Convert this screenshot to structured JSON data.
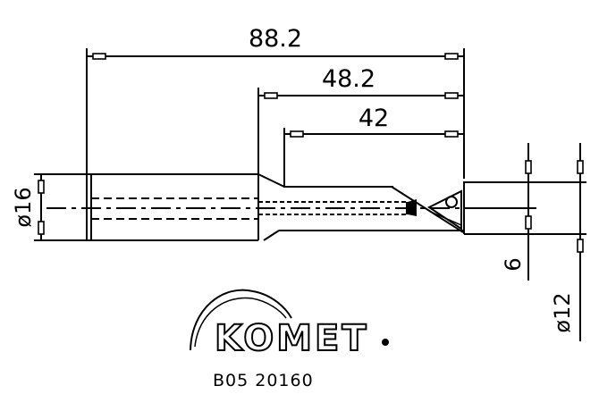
{
  "drawing": {
    "type": "technical-drawing",
    "subject": "boring bar / drilling tool",
    "dimensions": {
      "overall_length": "88.2",
      "head_length": "48.2",
      "insert_length": "42",
      "shank_diameter": "ø16",
      "head_diameter": "ø12",
      "insert_offset": "6"
    },
    "brand": {
      "logo_text": "KOMET",
      "part_number": "B05 20160"
    },
    "colors": {
      "line": "#000000",
      "background": "#ffffff"
    }
  }
}
